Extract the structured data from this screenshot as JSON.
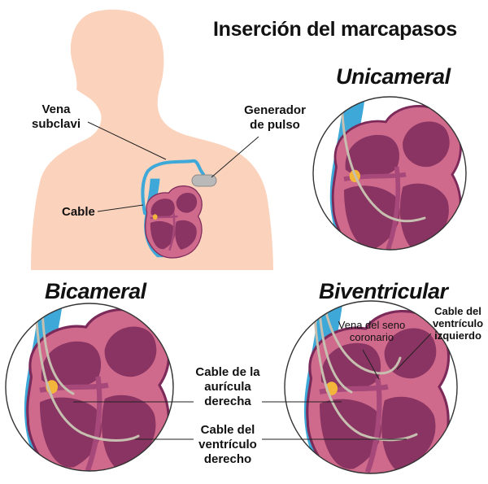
{
  "title": "Inserción del marcapasos",
  "panels": {
    "unicameral": "Unicameral",
    "bicameral": "Bicameral",
    "biventricular": "Biventricular"
  },
  "labels": {
    "vena_subclavia_line1": "Vena",
    "vena_subclavia_line2": "subclavi",
    "generador_line1": "Generador",
    "generador_line2": "de pulso",
    "cable": "Cable",
    "cable_auricula_line1": "Cable de la",
    "cable_auricula_line2": "aurícula",
    "cable_auricula_line3": "derecha",
    "cable_ventriculo_der_line1": "Cable del",
    "cable_ventriculo_der_line2": "ventrículo",
    "cable_ventriculo_der_line3": "derecho",
    "vena_seno_line1": "Vena del seno",
    "vena_seno_line2": "coronario",
    "cable_ventriculo_izq_line1": "Cable del",
    "cable_ventriculo_izq_line2": "ventrículo",
    "cable_ventriculo_izq_line3": "izquierdo"
  },
  "colors": {
    "skin": "#fbd3bd",
    "vein": "#3ea9d8",
    "heart": "#d06a8c",
    "heart_dark": "#7c2a5a",
    "heart_light": "#a6487a",
    "lead": "#c7c0b0",
    "generator": "#b9b9b9",
    "circle": "#333333"
  }
}
